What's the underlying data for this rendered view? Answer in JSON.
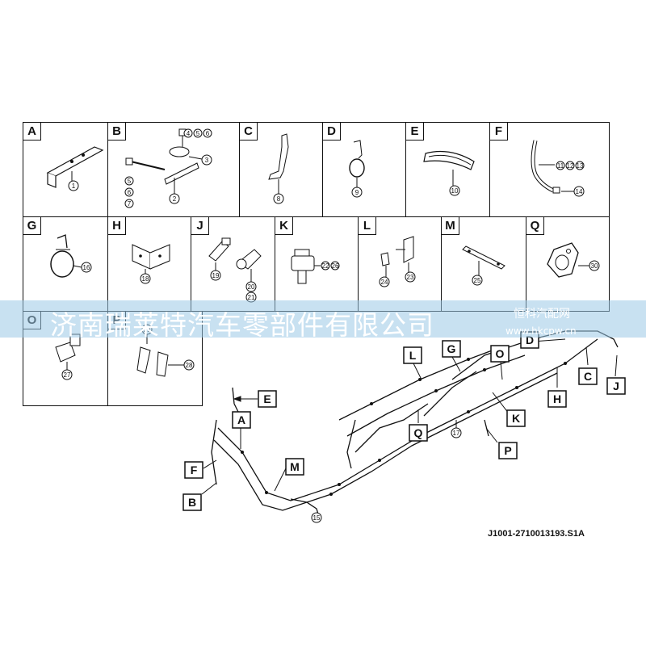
{
  "panels": [
    {
      "letter": "A",
      "parts": [
        "1"
      ]
    },
    {
      "letter": "B",
      "parts": [
        "4",
        "5",
        "6",
        "3",
        "5",
        "6",
        "7",
        "2"
      ]
    },
    {
      "letter": "C",
      "parts": [
        "8"
      ]
    },
    {
      "letter": "D",
      "parts": [
        "9"
      ]
    },
    {
      "letter": "E",
      "parts": [
        "10"
      ]
    },
    {
      "letter": "F",
      "parts": [
        "11",
        "12",
        "13",
        "14"
      ]
    },
    {
      "letter": "G",
      "parts": [
        "16"
      ]
    },
    {
      "letter": "H",
      "parts": [
        "18"
      ]
    },
    {
      "letter": "J",
      "parts": [
        "19",
        "20",
        "21"
      ]
    },
    {
      "letter": "K",
      "parts": [
        "22",
        "26"
      ]
    },
    {
      "letter": "L",
      "parts": [
        "24",
        "23"
      ]
    },
    {
      "letter": "M",
      "parts": [
        "25"
      ]
    },
    {
      "letter": "Q",
      "parts": [
        "30"
      ]
    },
    {
      "letter": "O",
      "parts": [
        "27"
      ]
    },
    {
      "letter": "P",
      "parts": [
        "29",
        "28"
      ]
    }
  ],
  "assembly": {
    "callouts": [
      "E",
      "A",
      "F",
      "B",
      "M",
      "L",
      "G",
      "O",
      "D",
      "C",
      "J",
      "H",
      "K",
      "Q",
      "P"
    ],
    "part_numbers": [
      "15",
      "17"
    ]
  },
  "drawing_id": "J1001-2710013193.S1A",
  "watermark": {
    "main": "济南瑞莱特汽车零部件有限公司",
    "side": "恒科汽配网",
    "url": "www.hkcpw.cn"
  }
}
